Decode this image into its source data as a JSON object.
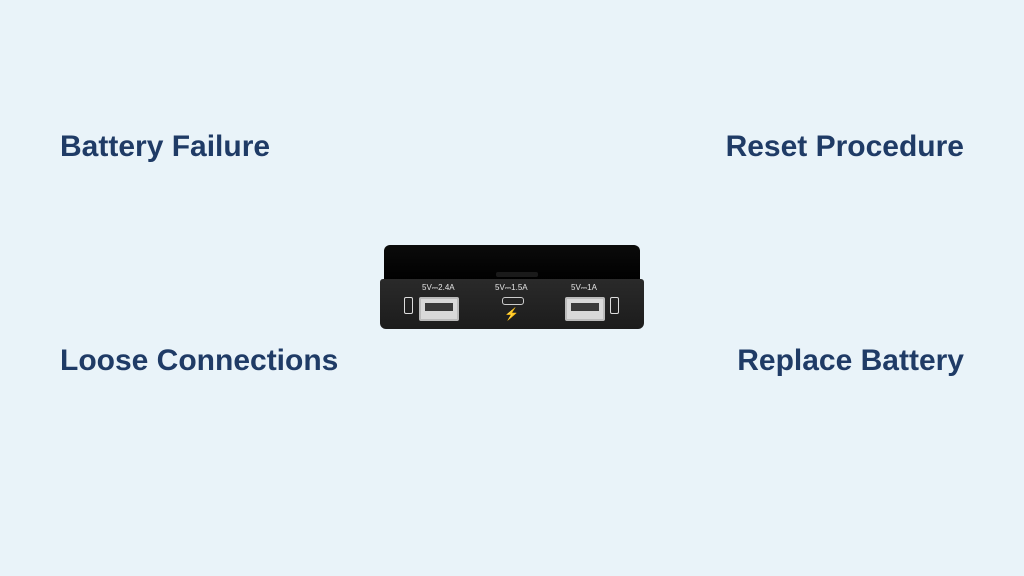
{
  "labels": {
    "top_left": "Battery Failure",
    "top_right": "Reset Procedure",
    "bottom_left": "Loose Connections",
    "bottom_right": "Replace Battery"
  },
  "device": {
    "port_left_rating": "5V⎓2.4A",
    "port_center_rating": "5V⎓1.5A",
    "port_right_rating": "5V⎓1A",
    "center_symbol": "usb-charge-icon"
  },
  "colors": {
    "background": "#e9f3f9",
    "text": "#1f3b66"
  }
}
